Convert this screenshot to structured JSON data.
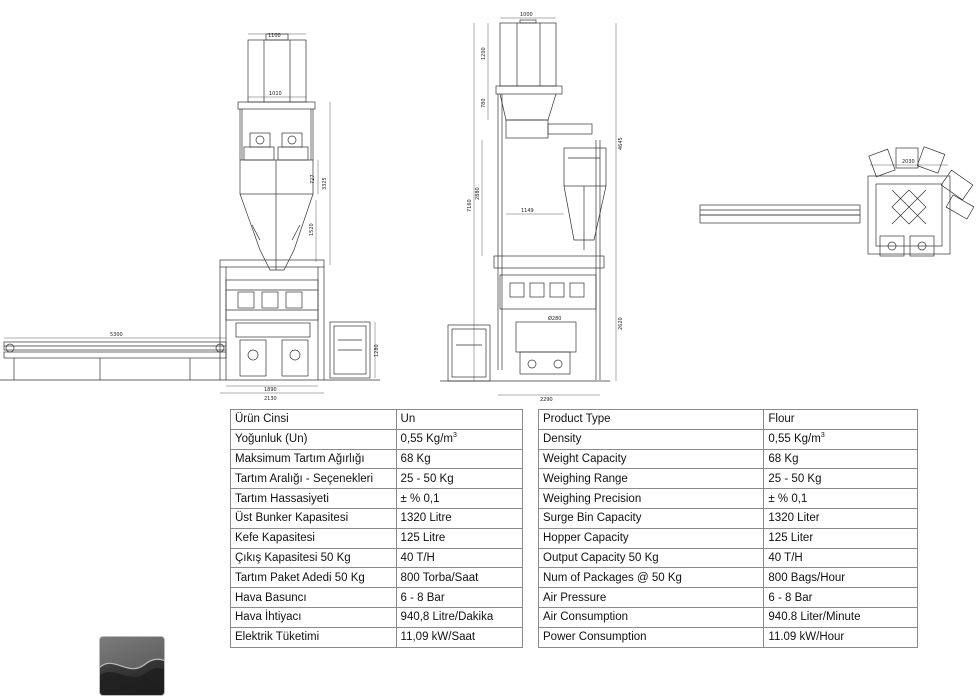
{
  "drawings": {
    "front": {
      "dims": [
        "1100",
        "1010",
        "3325",
        "727",
        "1520",
        "5300",
        "1890",
        "2130",
        "1280"
      ]
    },
    "side": {
      "dims": [
        "1000",
        "1200",
        "780",
        "4645",
        "2880",
        "1149",
        "7160",
        "Ø280",
        "2620",
        "2290"
      ]
    },
    "top": {
      "dims": [
        "2030"
      ]
    }
  },
  "spec_tr": {
    "rows": [
      {
        "k": "Ürün Cinsi",
        "v": "Un"
      },
      {
        "k": "Yoğunluk (Un)",
        "v": "0,55 Kg/m",
        "sup": "3"
      },
      {
        "k": "Maksimum Tartım Ağırlığı",
        "v": "68 Kg"
      },
      {
        "k": "Tartım Aralığı - Seçenekleri",
        "v": "25 - 50 Kg"
      },
      {
        "k": "Tartım Hassasiyeti",
        "v": "± % 0,1"
      },
      {
        "k": "Üst Bunker Kapasitesi",
        "v": "1320 Litre"
      },
      {
        "k": "Kefe Kapasitesi",
        "v": "125 Litre"
      },
      {
        "k": "Çıkış Kapasitesi 50 Kg",
        "v": "40 T/H"
      },
      {
        "k": "Tartım Paket Adedi 50 Kg",
        "v": "800 Torba/Saat"
      },
      {
        "k": "Hava Basuncı",
        "v": "6 - 8 Bar"
      },
      {
        "k": "Hava İhtiyacı",
        "v": "940,8 Litre/Dakika"
      },
      {
        "k": "Elektrik Tüketimi",
        "v": "11,09 kW/Saat"
      }
    ]
  },
  "spec_en": {
    "rows": [
      {
        "k": "Product Type",
        "v": "Flour"
      },
      {
        "k": "Density",
        "v": "0,55 Kg/m",
        "sup": "3"
      },
      {
        "k": "Weight Capacity",
        "v": "68 Kg"
      },
      {
        "k": "Weighing Range",
        "v": "25 - 50 Kg"
      },
      {
        "k": "Weighing Precision",
        "v": "± % 0,1"
      },
      {
        "k": "Surge Bin Capacity",
        "v": "1320 Liter"
      },
      {
        "k": "Hopper Capacity",
        "v": "125 Liter"
      },
      {
        "k": "Output Capacity 50 Kg",
        "v": "40 T/H"
      },
      {
        "k": "Num of Packages @ 50 Kg",
        "v": "800 Bags/Hour"
      },
      {
        "k": "Air Pressure",
        "v": "6 - 8 Bar"
      },
      {
        "k": "Air Consumption",
        "v": "940.8 Liter/Minute"
      },
      {
        "k": "Power Consumption",
        "v": "11.09 kW/Hour"
      }
    ]
  },
  "logo": {
    "icon": "wave-logo-icon",
    "colors": {
      "dark": "#1e1e1e",
      "light": "#8a8a8a"
    }
  }
}
